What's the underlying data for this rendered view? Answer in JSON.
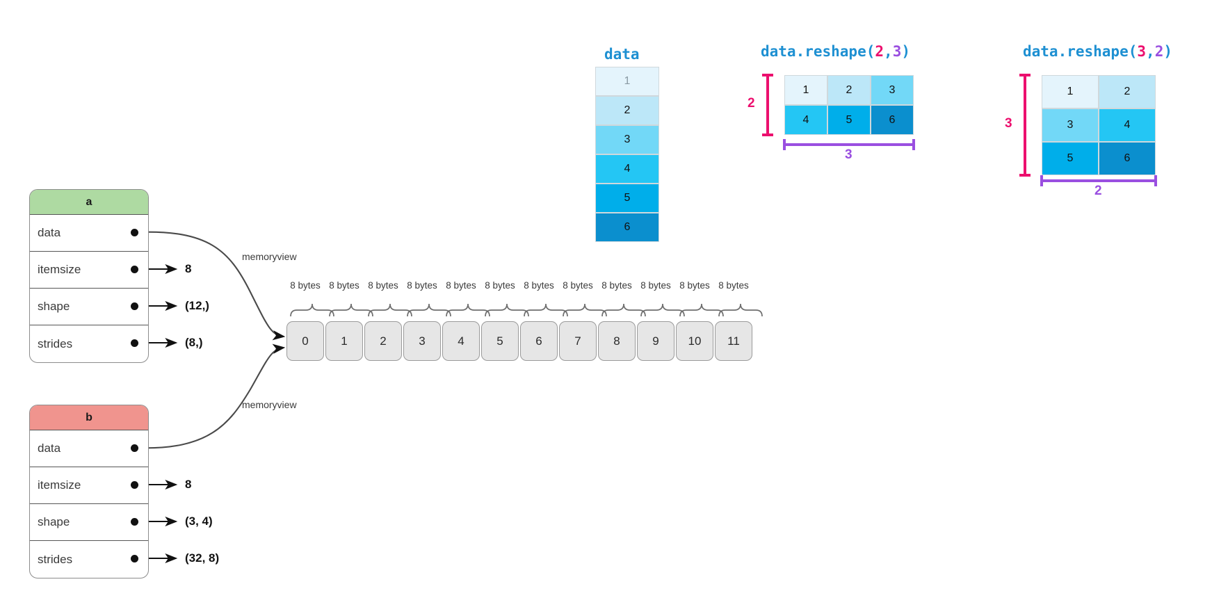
{
  "structs": [
    {
      "name": "a",
      "header_color": "#aedaa2",
      "fields": [
        {
          "label": "data",
          "value": null
        },
        {
          "label": "itemsize",
          "value": "8"
        },
        {
          "label": "shape",
          "value": "(12,)"
        },
        {
          "label": "strides",
          "value": "(8,)"
        }
      ],
      "pointer_label": "memoryview"
    },
    {
      "name": "b",
      "header_color": "#f0948e",
      "fields": [
        {
          "label": "data",
          "value": null
        },
        {
          "label": "itemsize",
          "value": "8"
        },
        {
          "label": "shape",
          "value": "(3, 4)"
        },
        {
          "label": "strides",
          "value": "(32, 8)"
        }
      ],
      "pointer_label": "memoryview"
    }
  ],
  "buffer": {
    "cells": [
      "0",
      "1",
      "2",
      "3",
      "4",
      "5",
      "6",
      "7",
      "8",
      "9",
      "10",
      "11"
    ],
    "byte_label": "8 bytes"
  },
  "data_column": {
    "title": "data",
    "values": [
      "1",
      "2",
      "3",
      "4",
      "5",
      "6"
    ],
    "colors": [
      "#e4f4fc",
      "#bce7f8",
      "#72d8f7",
      "#24c6f4",
      "#00aeea",
      "#0b8fce"
    ]
  },
  "grids": [
    {
      "title_prefix": "data.reshape(",
      "title_rows": "2",
      "title_comma": ",",
      "title_cols": "3",
      "title_suffix": ")",
      "rows": 2,
      "cols": 3,
      "values": [
        [
          "1",
          "2",
          "3"
        ],
        [
          "4",
          "5",
          "6"
        ]
      ],
      "row_label": "2",
      "col_label": "3"
    },
    {
      "title_prefix": "data.reshape(",
      "title_rows": "3",
      "title_comma": ",",
      "title_cols": "2",
      "title_suffix": ")",
      "rows": 3,
      "cols": 2,
      "values": [
        [
          "1",
          "2"
        ],
        [
          "3",
          "4"
        ],
        [
          "5",
          "6"
        ]
      ],
      "row_label": "3",
      "col_label": "2"
    }
  ],
  "palette": {
    "value_colors": [
      "#e4f4fc",
      "#bce7f8",
      "#72d8f7",
      "#24c6f4",
      "#00aeea",
      "#0b8fce"
    ],
    "accent_blue": "#1e90d2",
    "accent_pink": "#ec0f6e",
    "accent_purple": "#9a4fe0",
    "buffer_fill": "#e6e6e6"
  }
}
